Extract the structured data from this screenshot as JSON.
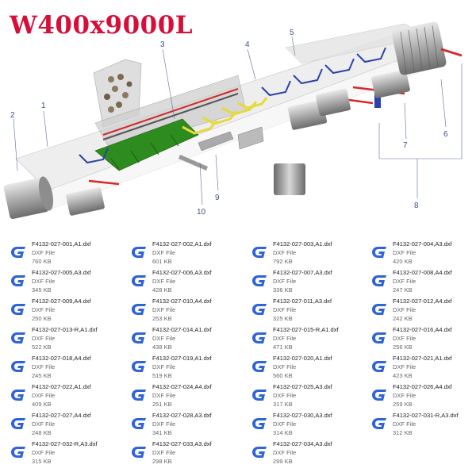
{
  "title": "W400x9000L",
  "callouts": [
    "1",
    "2",
    "3",
    "4",
    "5",
    "6",
    "7",
    "8",
    "9",
    "10"
  ],
  "colors": {
    "title": "#d4103a",
    "frame_green": "#2e8b1e",
    "idler_yellow": "#e6d93a",
    "belt_red": "#d42a2a",
    "bracket_blue": "#2a43a8",
    "icon_blue": "#2f63d8"
  },
  "file_icon": "dxf-file-icon",
  "files": [
    {
      "name": "F4132-027-001,A1.dxf",
      "type": "DXF File",
      "size": "760 KB"
    },
    {
      "name": "F4132-027-002,A1.dxf",
      "type": "DXF File",
      "size": "601 KB"
    },
    {
      "name": "F4132-027-003,A1.dxf",
      "type": "DXF File",
      "size": "792 KB"
    },
    {
      "name": "F4132-027-004,A3.dxf",
      "type": "DXF File",
      "size": "420 KB"
    },
    {
      "name": "F4132-027-005,A3.dxf",
      "type": "DXF File",
      "size": "345 KB"
    },
    {
      "name": "F4132-027-006,A3.dxf",
      "type": "DXF File",
      "size": "428 KB"
    },
    {
      "name": "F4132-027-007,A3.dxf",
      "type": "DXF File",
      "size": "336 KB"
    },
    {
      "name": "F4132-027-008,A4.dxf",
      "type": "DXF File",
      "size": "247 KB"
    },
    {
      "name": "F4132-027-009,A4.dxf",
      "type": "DXF File",
      "size": "250 KB"
    },
    {
      "name": "F4132-027-010,A4.dxf",
      "type": "DXF File",
      "size": "253 KB"
    },
    {
      "name": "F4132-027-011,A3.dxf",
      "type": "DXF File",
      "size": "325 KB"
    },
    {
      "name": "F4132-027-012,A4.dxf",
      "type": "DXF File",
      "size": "242 KB"
    },
    {
      "name": "F4132-027-013-R,A1.dxf",
      "type": "DXF File",
      "size": "522 KB"
    },
    {
      "name": "F4132-027-014,A1.dxf",
      "type": "DXF File",
      "size": "438 KB"
    },
    {
      "name": "F4132-027-015-R,A1.dxf",
      "type": "DXF File",
      "size": "471 KB"
    },
    {
      "name": "F4132-027-016,A4.dxf",
      "type": "DXF File",
      "size": "256 KB"
    },
    {
      "name": "F4132-027-018,A4.dxf",
      "type": "DXF File",
      "size": "245 KB"
    },
    {
      "name": "F4132-027-019,A1.dxf",
      "type": "DXF File",
      "size": "519 KB"
    },
    {
      "name": "F4132-027-020,A1.dxf",
      "type": "DXF File",
      "size": "560 KB"
    },
    {
      "name": "F4132-027-021,A1.dxf",
      "type": "DXF File",
      "size": "423 KB"
    },
    {
      "name": "F4132-027-022,A1.dxf",
      "type": "DXF File",
      "size": "409 KB"
    },
    {
      "name": "F4132-027-024,A4.dxf",
      "type": "DXF File",
      "size": "251 KB"
    },
    {
      "name": "F4132-027-025,A3.dxf",
      "type": "DXF File",
      "size": "317 KB"
    },
    {
      "name": "F4132-027-026,A4.dxf",
      "type": "DXF File",
      "size": "259 KB"
    },
    {
      "name": "F4132-027-027,A4.dxf",
      "type": "DXF File",
      "size": "248 KB"
    },
    {
      "name": "F4132-027-028,A3.dxf",
      "type": "DXF File",
      "size": "341 KB"
    },
    {
      "name": "F4132-027-030,A3.dxf",
      "type": "DXF File",
      "size": "314 KB"
    },
    {
      "name": "F4132-027-031-R,A3.dxf",
      "type": "DXF File",
      "size": "312 KB"
    },
    {
      "name": "F4132-027-032-R,A3.dxf",
      "type": "DXF File",
      "size": "315 KB"
    },
    {
      "name": "F4132-027-033,A3.dxf",
      "type": "DXF File",
      "size": "298 KB"
    },
    {
      "name": "F4132-027-034,A3.dxf",
      "type": "DXF File",
      "size": "299 KB"
    }
  ]
}
